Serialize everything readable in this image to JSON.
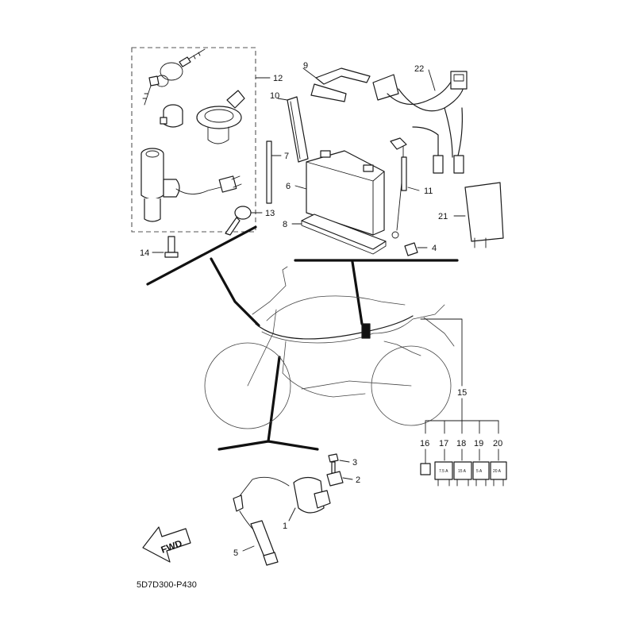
{
  "diagram": {
    "code": "5D7D300-P430",
    "fwd_label": "FWD",
    "callouts": {
      "c1": "1",
      "c2": "2",
      "c3": "3",
      "c4": "4",
      "c5": "5",
      "c6": "6",
      "c7": "7",
      "c8": "8",
      "c9": "9",
      "c10": "10",
      "c11": "11",
      "c12": "12",
      "c13": "13",
      "c14": "14",
      "c15": "15",
      "c16": "16",
      "c17": "17",
      "c18": "18",
      "c19": "19",
      "c20": "20",
      "c21": "21",
      "c22": "22"
    },
    "fuse_ratings": {
      "f17": "7.5 A",
      "f18": "15 A",
      "f19": "5 A",
      "f20": "20 A"
    }
  }
}
